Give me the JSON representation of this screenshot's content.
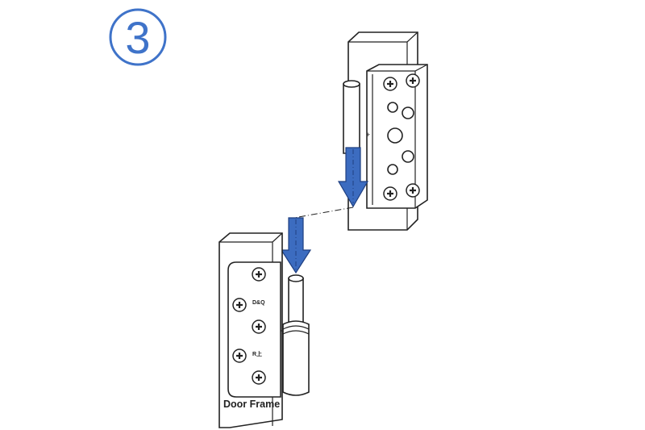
{
  "step": {
    "number_glyph": "③",
    "color": "#3f73c9"
  },
  "labels": {
    "door_frame": "Door Frame",
    "plate_mark_top": "D&Q",
    "plate_mark_bottom": "R上"
  },
  "colors": {
    "arrow": "#3c6cc0",
    "arrow_stroke": "#1f3f80",
    "line": "#222222"
  }
}
